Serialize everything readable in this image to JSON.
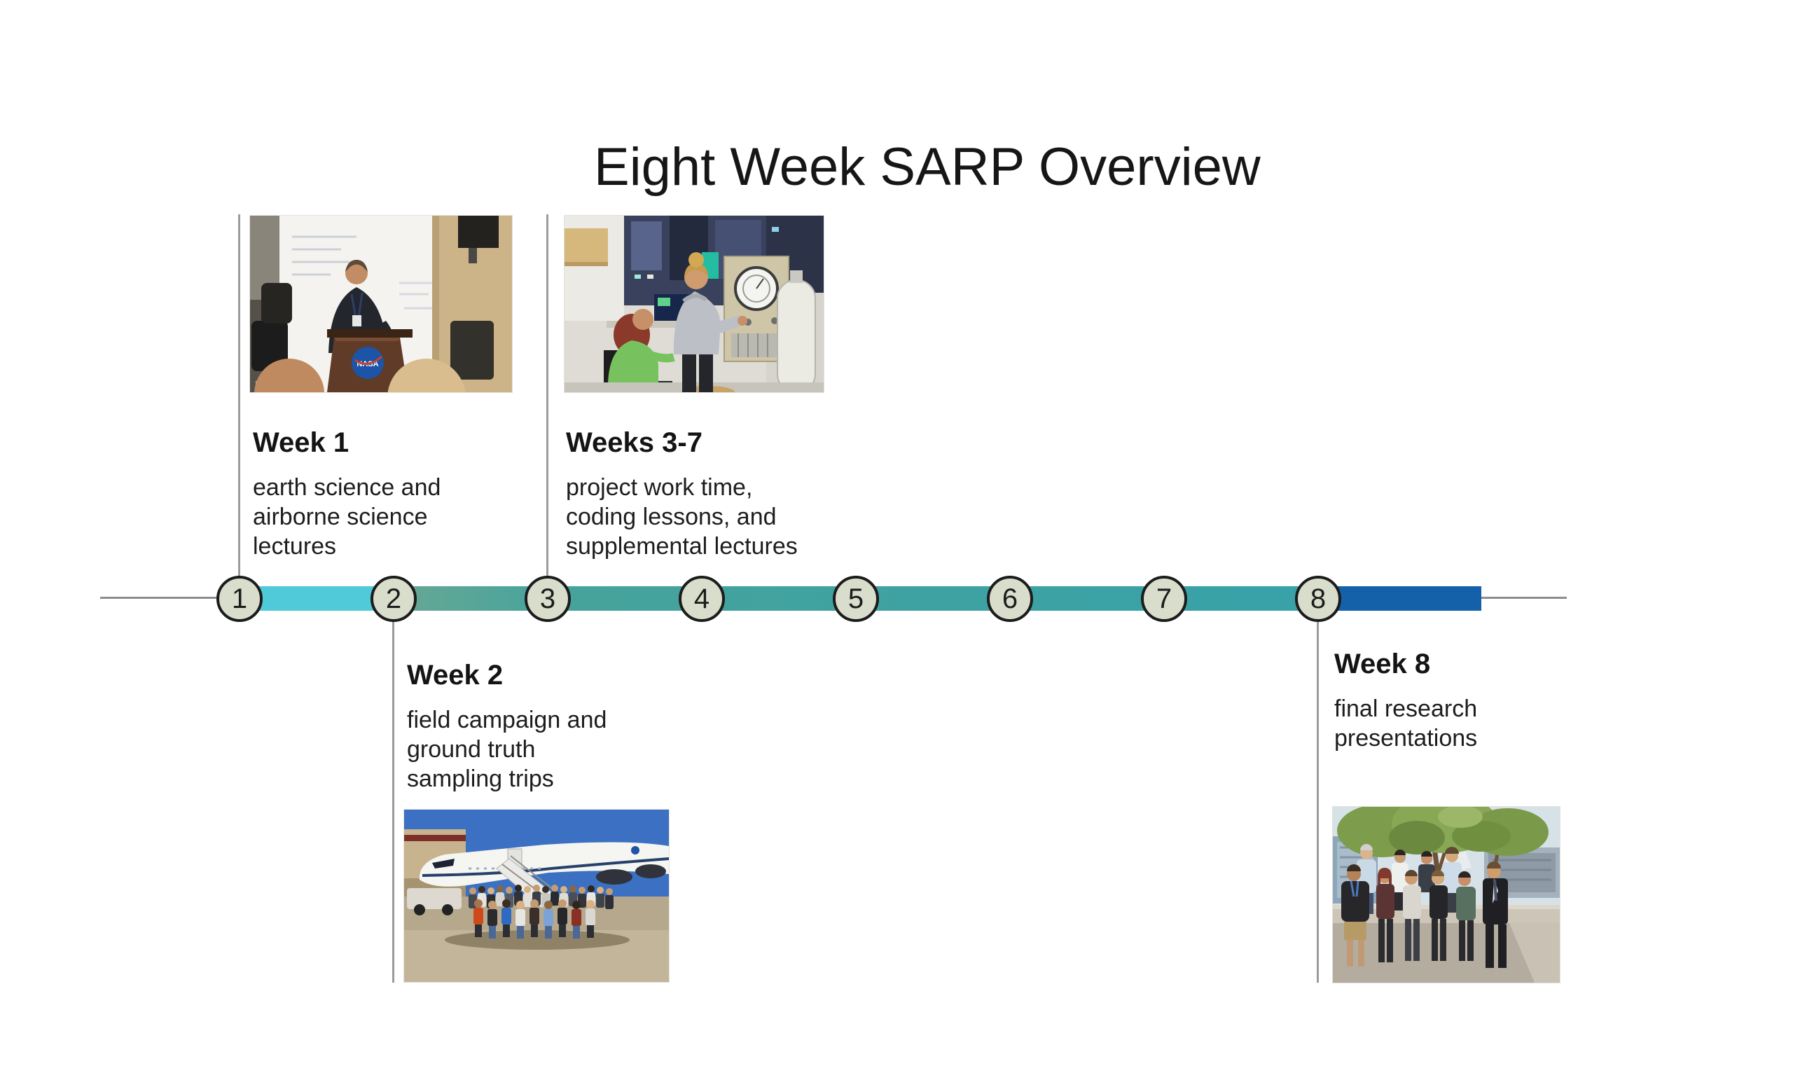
{
  "title": "Eight Week SARP Overview",
  "timeline": {
    "milestones": [
      {
        "number": "1"
      },
      {
        "number": "2"
      },
      {
        "number": "3"
      },
      {
        "number": "4"
      },
      {
        "number": "5"
      },
      {
        "number": "6"
      },
      {
        "number": "7"
      },
      {
        "number": "8"
      }
    ],
    "colors": {
      "segment_week1_week2": "#50cad8",
      "segment_week2_week3": "#5ea795",
      "segment_week3_week8": "#3aa1a4",
      "segment_week8_end": "#1561a9",
      "milestone_fill": "#d9ddcb",
      "milestone_border": "#1c1c1c",
      "connector_line": "#9b9b9b",
      "baseline": "#8d8d8d"
    }
  },
  "entries": [
    {
      "heading": "Week 1",
      "description": "earth science and airborne science lectures",
      "photo": "lecture-classroom-photo"
    },
    {
      "heading": "Weeks 3-7",
      "description": "project work time, coding lessons, and supplemental lectures",
      "photo": "laboratory-instruments-photo"
    },
    {
      "heading": "Week 2",
      "description": "field campaign and ground truth sampling trips",
      "photo": "group-with-aircraft-photo"
    },
    {
      "heading": "Week 8",
      "description": "final research presentations",
      "photo": "final-group-portrait-photo"
    }
  ]
}
